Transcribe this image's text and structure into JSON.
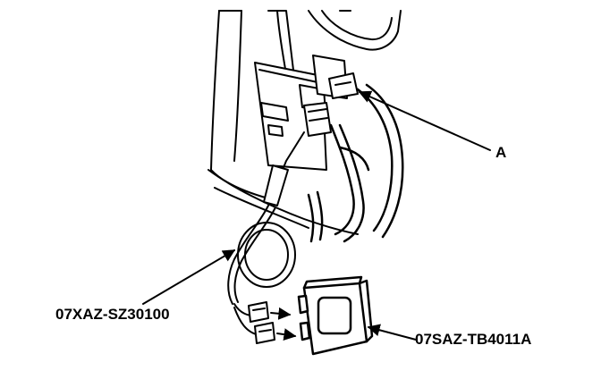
{
  "callouts": {
    "a": "A",
    "cable": "07XAZ-SZ30100",
    "module": "07SAZ-TB4011A"
  }
}
